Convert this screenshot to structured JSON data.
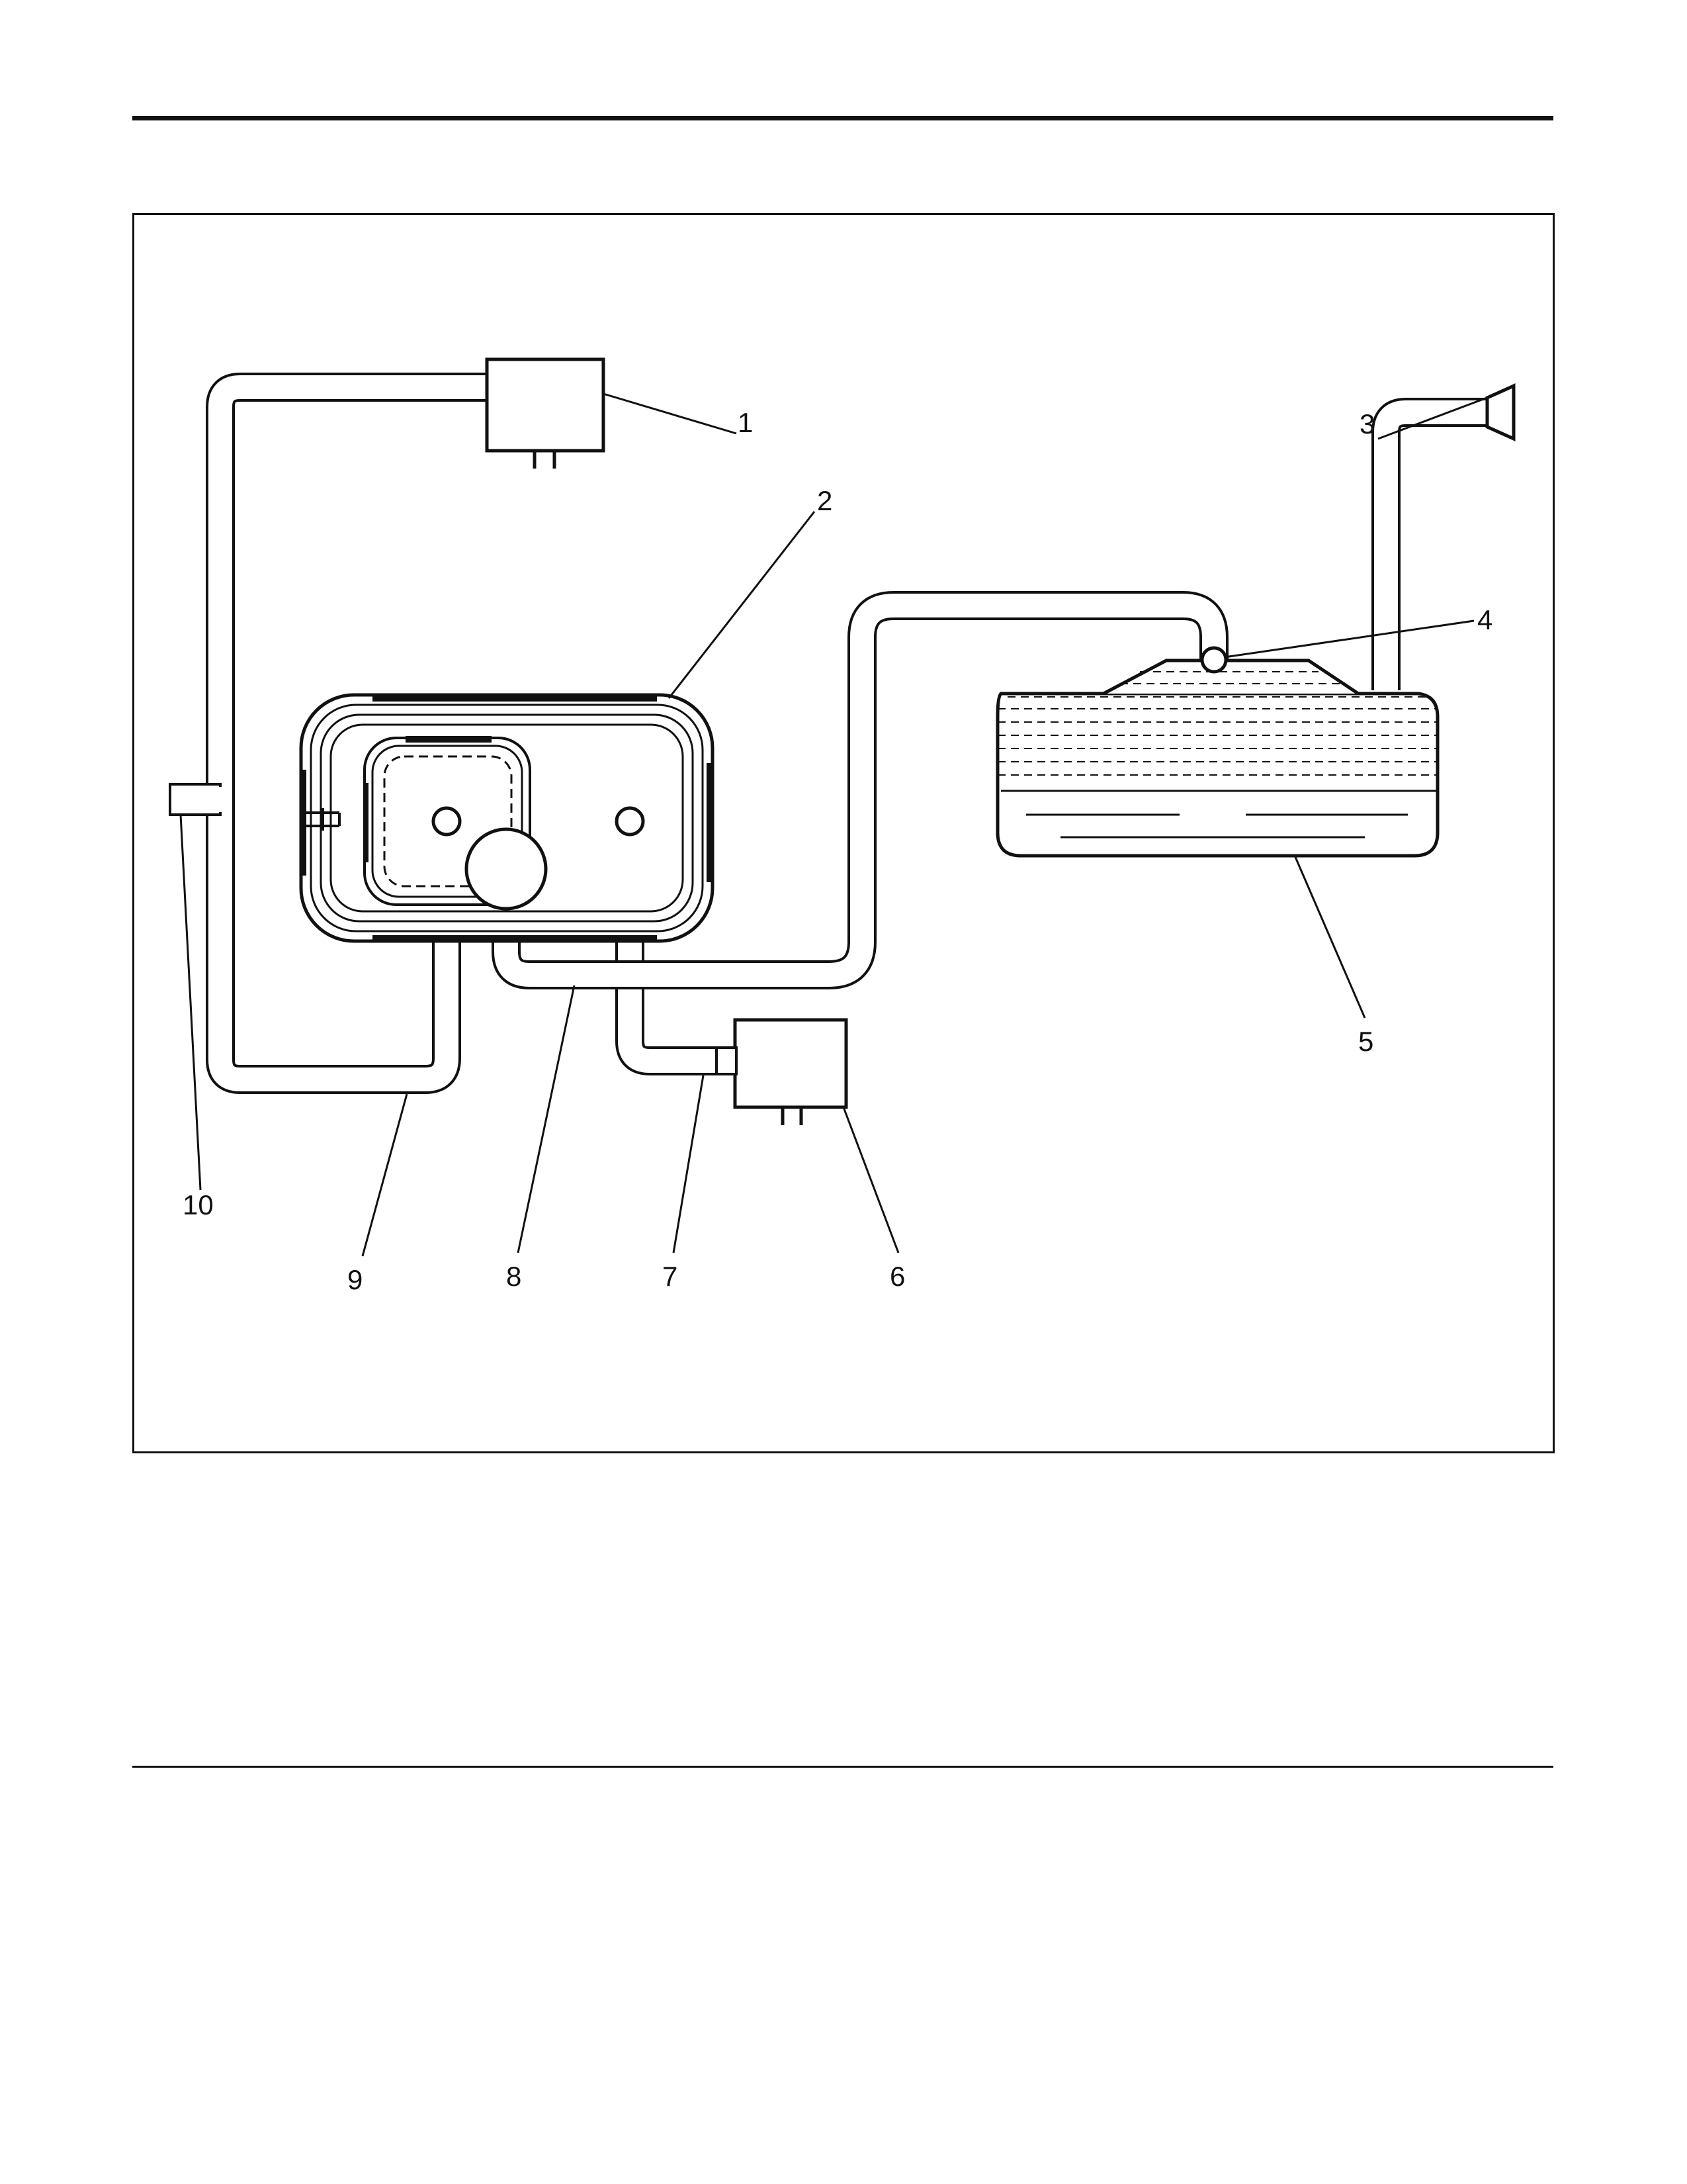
{
  "figure": {
    "callouts": [
      {
        "id": "1",
        "label": "1"
      },
      {
        "id": "2",
        "label": "2"
      },
      {
        "id": "3",
        "label": "3"
      },
      {
        "id": "4",
        "label": "4"
      },
      {
        "id": "5",
        "label": "5"
      },
      {
        "id": "6",
        "label": "6"
      },
      {
        "id": "7",
        "label": "7"
      },
      {
        "id": "8",
        "label": "8"
      },
      {
        "id": "9",
        "label": "9"
      },
      {
        "id": "10",
        "label": "10"
      }
    ]
  }
}
